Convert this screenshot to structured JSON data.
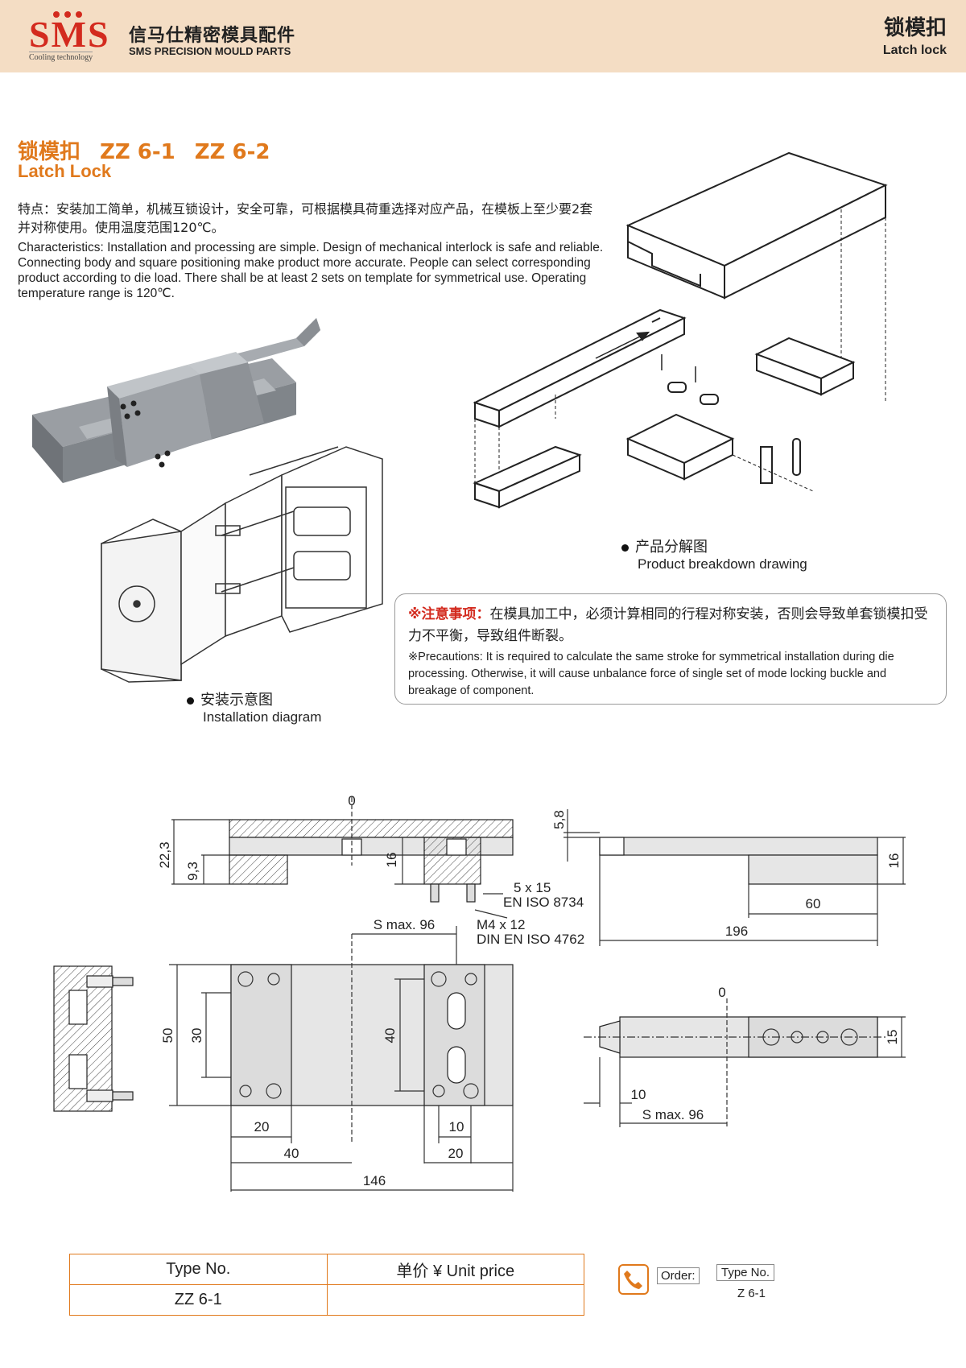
{
  "header": {
    "logo_text": "SMS",
    "logo_tagline": "Cooling technology",
    "brand_cn": "信马仕精密模具配件",
    "brand_en": "SMS PRECISION MOULD PARTS",
    "category_cn": "锁模扣",
    "category_en": "Latch lock"
  },
  "product": {
    "name_cn": "锁模扣",
    "code_1": "ZZ 6-1",
    "code_2": "ZZ 6-2",
    "name_en": "Latch Lock"
  },
  "features": {
    "cn": "特点：安装加工简单，机械互锁设计，安全可靠，可根据模具荷重选择对应产品，在模板上至少要2套并对称使用。使用温度范围120℃。",
    "en": "Characteristics: Installation and processing are simple. Design of mechanical interlock is safe and reliable. Connecting body and square positioning make product more accurate. People can select corresponding product according to die load. There shall be at least 2 sets on template for symmetrical use. Operating temperature range is 120℃."
  },
  "captions": {
    "breakdown_cn": "产品分解图",
    "breakdown_en": "Product breakdown drawing",
    "install_cn": "安装示意图",
    "install_en": "Installation diagram"
  },
  "notice": {
    "label_cn": "※注意事项：",
    "text_cn": "在模具加工中，必须计算相同的行程对称安装，否则会导致单套锁模扣受力不平衡，导致组件断裂。",
    "text_en": "※Precautions: It is required to calculate the same stroke for symmetrical installation during die processing. Otherwise, it will cause unbalance force of single set of mode locking buckle and breakage of component."
  },
  "drawing": {
    "top_zero": "0",
    "dim_22_3": "22,3",
    "dim_9_3": "9,3",
    "dim_16a": "16",
    "dim_5_8": "5,8",
    "dim_16b": "16",
    "dim_60": "60",
    "dim_196": "196",
    "pin_spec": "5 x 15",
    "pin_std": "EN ISO 8734",
    "screw_spec": "M4 x 12",
    "screw_std": "DIN EN ISO 4762",
    "s_max_a": "S max. 96",
    "dim_50": "50",
    "dim_30": "30",
    "dim_40v": "40",
    "dim_20a": "20",
    "dim_40h": "40",
    "dim_10a": "10",
    "dim_20b": "20",
    "dim_146": "146",
    "side_zero": "0",
    "dim_15": "15",
    "dim_10b": "10",
    "s_max_b": "S max. 96"
  },
  "price_table": {
    "col_type": "Type No.",
    "col_price": "单价 ¥ Unit price",
    "row_type": "ZZ 6-1",
    "row_price": ""
  },
  "order": {
    "order_label": "Order:",
    "type_label": "Type No.",
    "type_value": "Z 6-1"
  },
  "colors": {
    "header_bg": "#f4ddc4",
    "accent_orange": "#e0791c",
    "logo_red": "#d32a1e"
  }
}
